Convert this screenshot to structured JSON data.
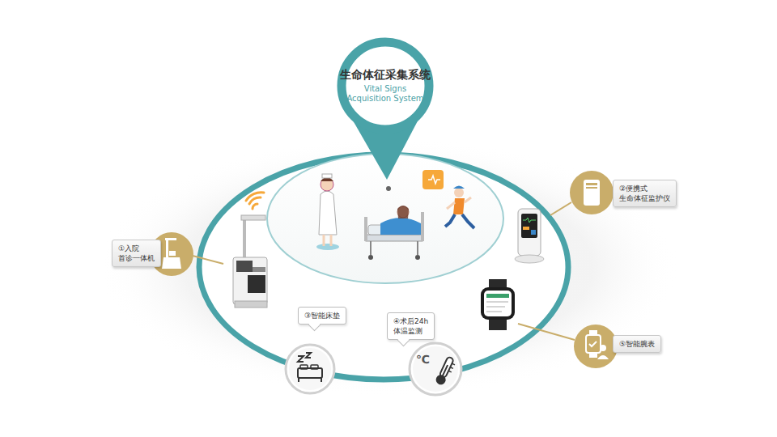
{
  "diagram": {
    "nodes": [
      {
        "text": [
          "生命体征采集系统",
          "Vital Signs Acquisition System"
        ]
      },
      {
        "text": [
          "①入院 首诊一体机"
        ]
      },
      {
        "text": [
          "②便携式 生命体征监护仪"
        ]
      },
      {
        "text": [
          "③智能床垫"
        ]
      },
      {
        "text": [
          "④术后24h 体温监测"
        ]
      },
      {
        "text": [
          "⑤智能腕表"
        ]
      }
    ],
    "labels": [
      "℃"
    ]
  }
}
